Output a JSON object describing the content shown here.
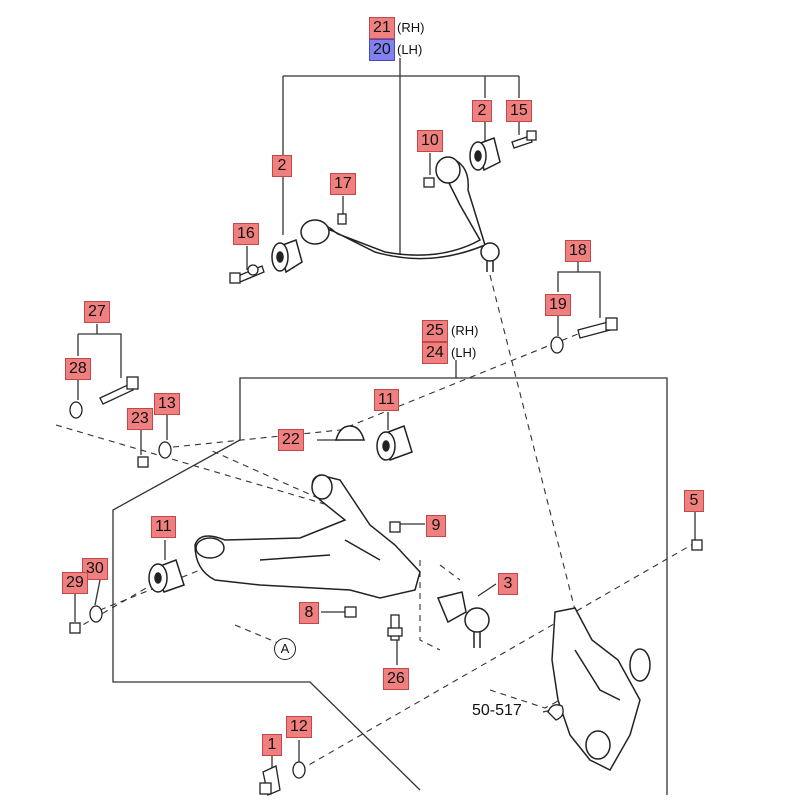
{
  "diagram": {
    "callouts": {
      "c21": "21",
      "c20": "20",
      "c2a": "2",
      "c2b": "2",
      "c15": "15",
      "c10": "10",
      "c17": "17",
      "c16": "16",
      "c18": "18",
      "c19": "19",
      "c27": "27",
      "c28": "28",
      "c25": "25",
      "c24": "24",
      "c23": "23",
      "c13": "13",
      "c11a": "11",
      "c22": "22",
      "c11b": "11",
      "c9": "9",
      "c5": "5",
      "c3": "3",
      "c29": "29",
      "c30": "30",
      "c8": "8",
      "c26": "26",
      "c1": "1",
      "c12": "12"
    },
    "side_tags": {
      "rh": "(RH)",
      "lh": "(LH)"
    },
    "ref_label": "50-517",
    "marker": "A"
  },
  "colors": {
    "callout_fill": "#f08080",
    "callout_fill_alt": "#8080f0",
    "line": "#333333"
  }
}
